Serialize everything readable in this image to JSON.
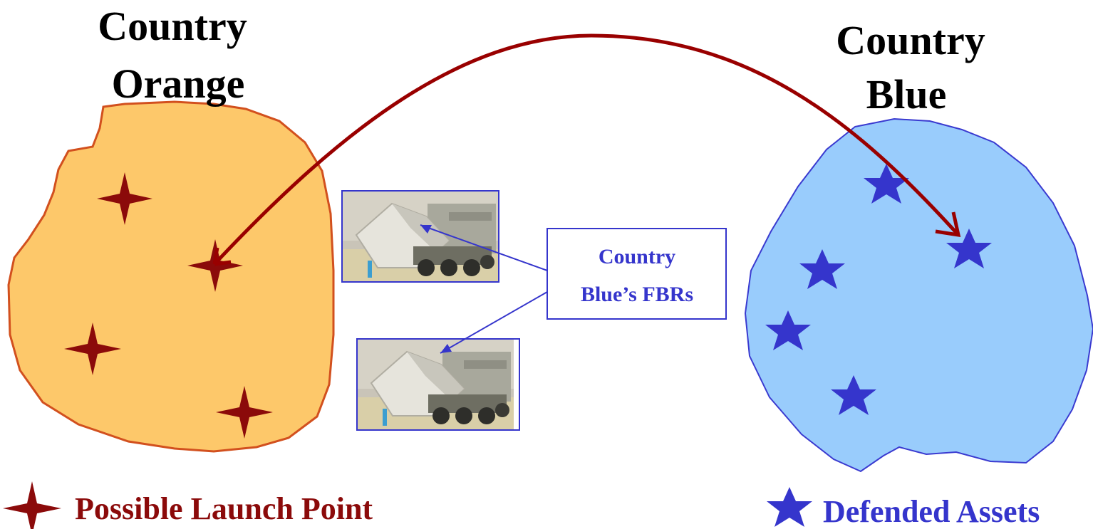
{
  "colors": {
    "orange_fill": "#fdc86a",
    "orange_stroke": "#d2501e",
    "blue_fill": "#99ccfc",
    "blue_stroke": "#3a3ad0",
    "launch_marker": "#8b0a0a",
    "asset_marker": "#3535cc",
    "trajectory": "#990000",
    "callout": "#3535cc"
  },
  "regions": {
    "orange": {
      "title_line1": "Country",
      "title_line2": "Orange"
    },
    "blue": {
      "title_line1": "Country",
      "title_line2": "Blue"
    }
  },
  "callout": {
    "line1": "Country",
    "line2": "Blue’s FBRs"
  },
  "legend": {
    "launch_point": "Possible Launch Point",
    "defended_assets": "Defended Assets"
  },
  "icons": {
    "launch_marker": "four-point-star-icon",
    "asset_marker": "five-point-star-icon",
    "radar_image": "fbr-radar-photo"
  }
}
